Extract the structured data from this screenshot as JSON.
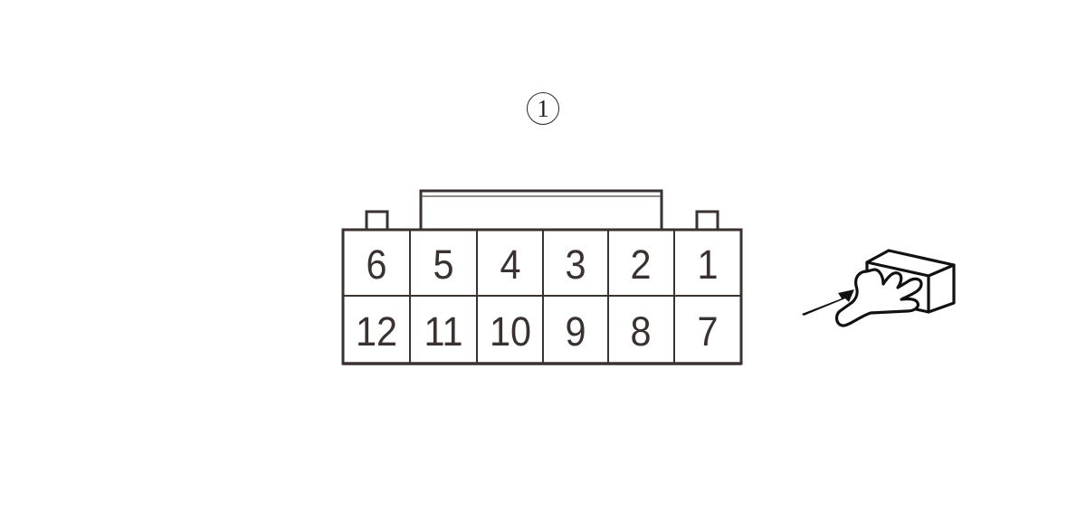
{
  "callout": {
    "label": "1"
  },
  "connector": {
    "rows": [
      {
        "pins": [
          "6",
          "5",
          "4",
          "3",
          "2",
          "1"
        ]
      },
      {
        "pins": [
          "12",
          "11",
          "10",
          "9",
          "8",
          "7"
        ]
      }
    ],
    "line_color": "#3a3230"
  },
  "view_indicator": {
    "icon": "hand-pushing-connector-icon",
    "arrow": "arrow-right-icon",
    "meaning": "front view of harness-side connector"
  }
}
